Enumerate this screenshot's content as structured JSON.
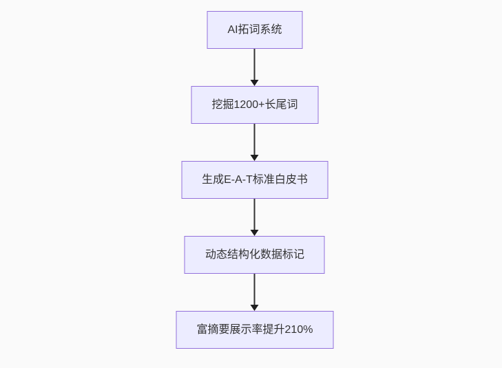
{
  "page": {
    "background_color": "#fafafa"
  },
  "flowchart": {
    "type": "flowchart",
    "direction": "top-down",
    "node_fill_color": "#ECECFF",
    "node_border_color": "#9370DB",
    "node_text_color": "#333333",
    "arrow_color": "#333333",
    "nodes": [
      {
        "label": "AI拓词系统"
      },
      {
        "label": "挖掘1200+长尾词"
      },
      {
        "label": "生成E-A-T标准白皮书"
      },
      {
        "label": "动态结构化数据标记"
      },
      {
        "label": "富摘要展示率提升210%"
      }
    ],
    "edges": [
      {
        "from_index": 0,
        "to_index": 1,
        "style": "solid-arrow-down"
      },
      {
        "from_index": 1,
        "to_index": 2,
        "style": "solid-arrow-down"
      },
      {
        "from_index": 2,
        "to_index": 3,
        "style": "solid-arrow-down"
      },
      {
        "from_index": 3,
        "to_index": 4,
        "style": "solid-arrow-down"
      }
    ]
  }
}
